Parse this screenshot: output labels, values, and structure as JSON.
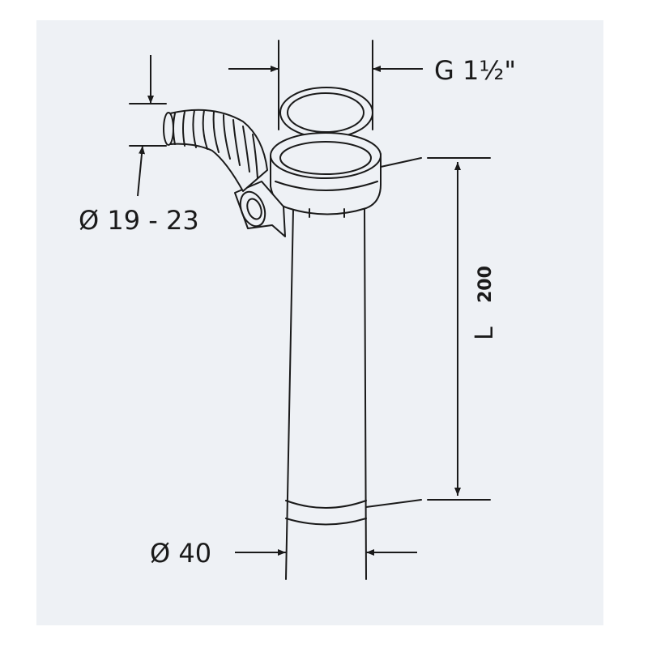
{
  "colors": {
    "background": "#eef1f5",
    "line": "#1a1a1a",
    "page": "#ffffff"
  },
  "labels": {
    "thread_dimension": "G 1½\"",
    "hose_diameter": "Ø 19 - 23",
    "length_dimension": "L",
    "length_value": "200",
    "pipe_diameter": "Ø 40"
  }
}
